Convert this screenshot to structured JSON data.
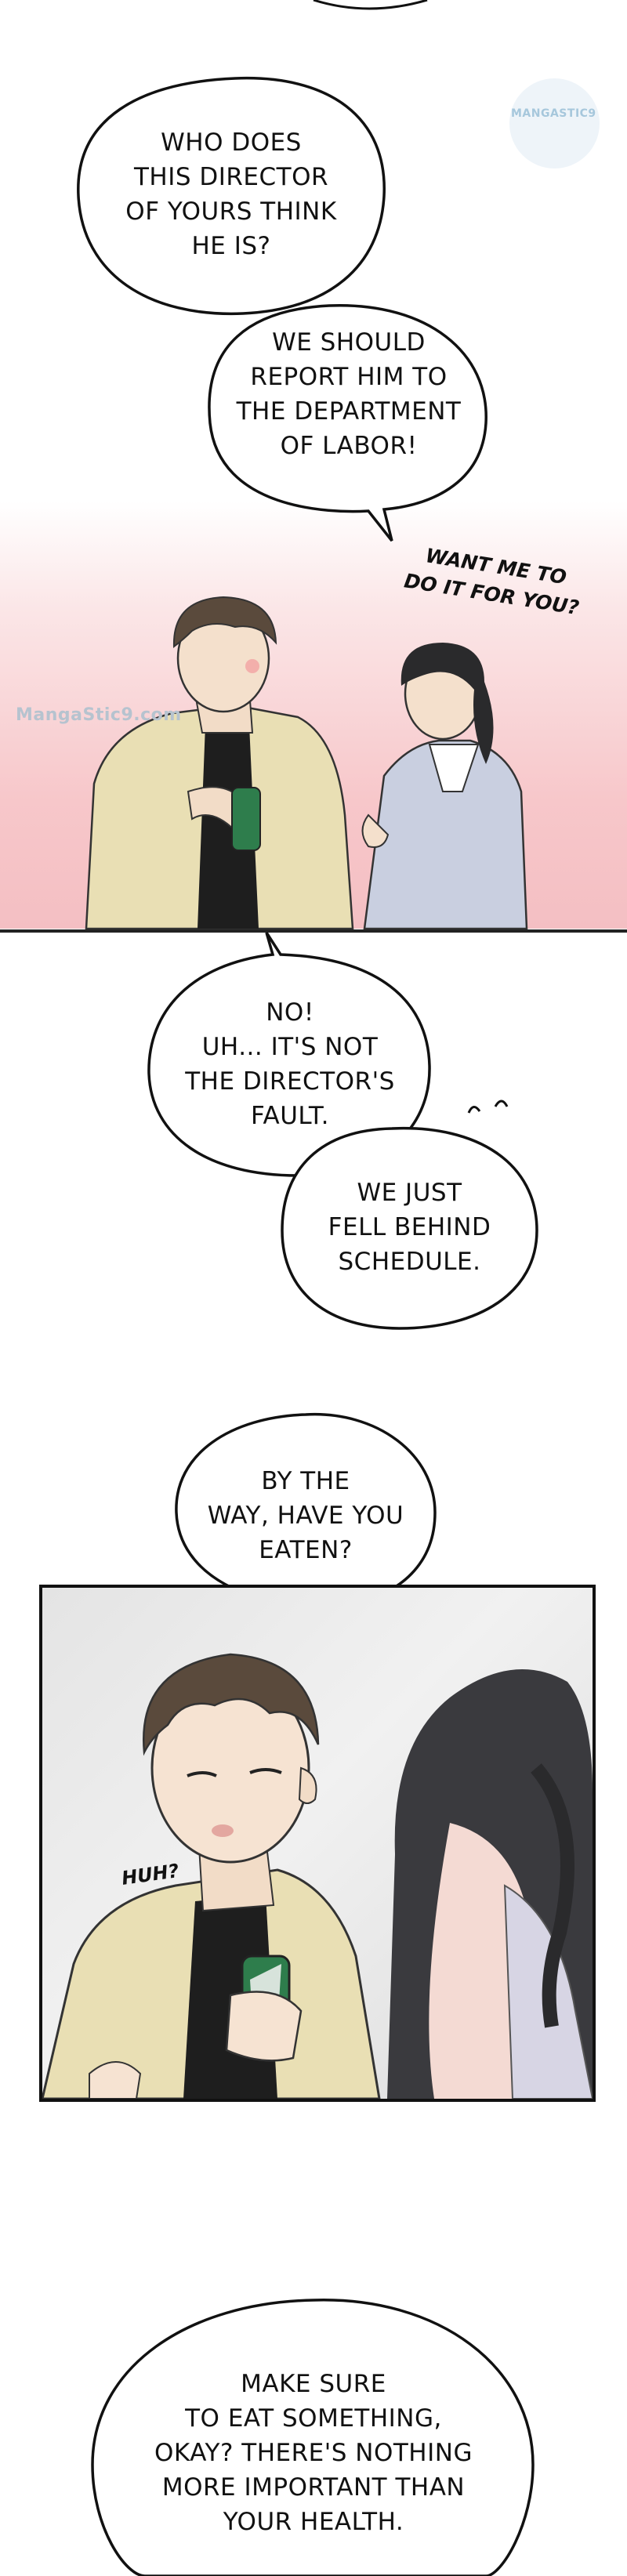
{
  "watermark": {
    "top_right": "MANGASTIC9",
    "middle_left": "MangaStic9.com"
  },
  "bubbles": {
    "director": "WHO DOES\nTHIS DIRECTOR\nOF YOURS THINK\nHE IS?",
    "report": "WE SHOULD\nREPORT HIM TO\nTHE DEPARTMENT\nOF LABOR!",
    "not_fault": "NO!\nUH... IT'S NOT\nTHE DIRECTOR'S\nFAULT.",
    "schedule": "WE JUST\nFELL BEHIND\nSCHEDULE.",
    "eaten": "BY THE\nWAY, HAVE YOU\nEATEN?",
    "health": "MAKE SURE\nTO EAT SOMETHING,\nOKAY? THERE'S NOTHING\nMORE IMPORTANT THAN\nYOUR HEALTH."
  },
  "sfx": {
    "offer": "WANT ME TO\nDO IT FOR YOU?",
    "huh": "HUH?"
  },
  "colors": {
    "panel_pink": "#f7c7ca",
    "shirt": "#e9dfb4",
    "hair": "#5a4a3c",
    "woman_hair": "#2a2a2c",
    "can_green": "#2e7d4c",
    "uniform": "#c9cfe0"
  }
}
